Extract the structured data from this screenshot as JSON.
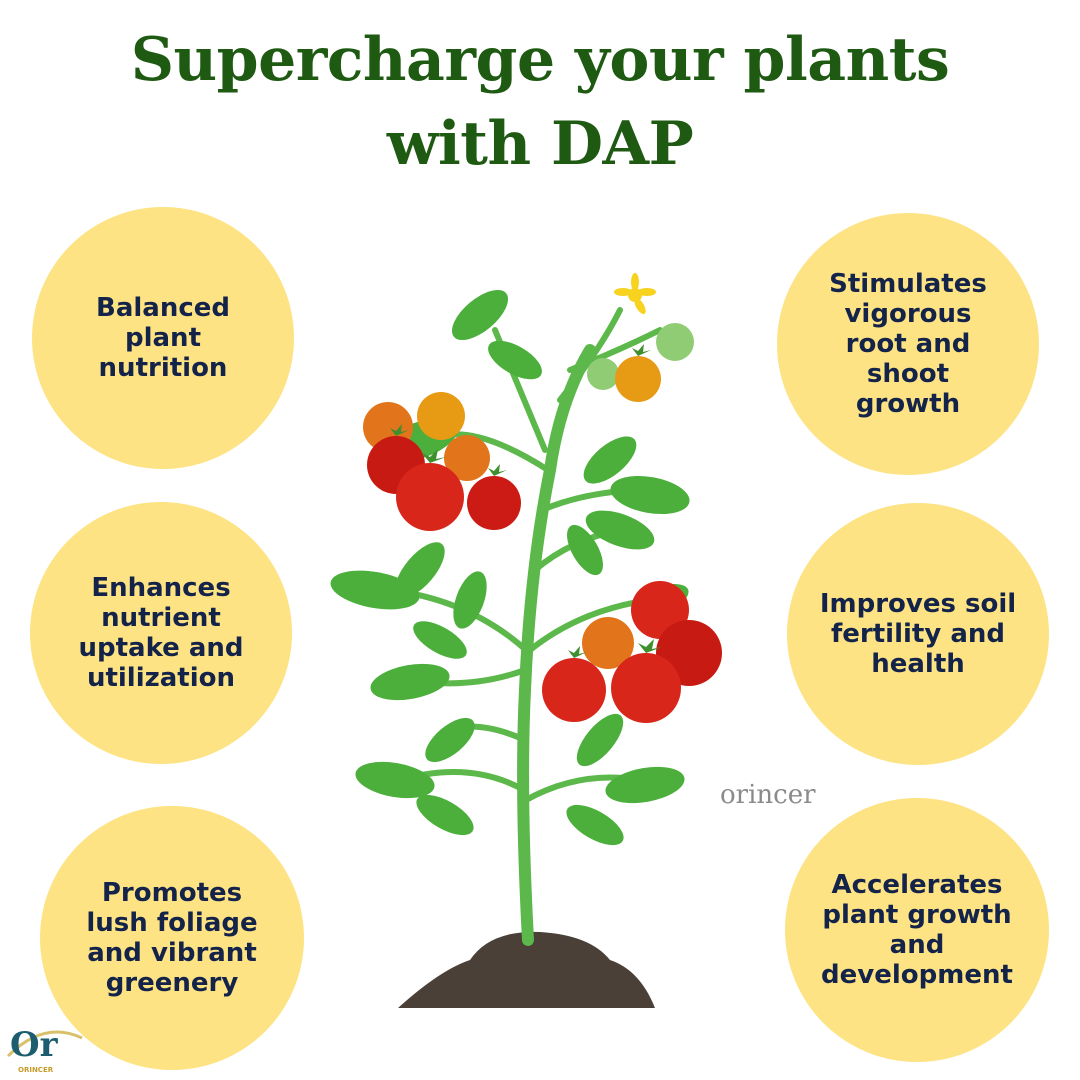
{
  "title": {
    "line1": "Supercharge your plants",
    "line2": "with DAP"
  },
  "benefits": {
    "left": [
      "Balanced plant nutrition",
      "Enhances nutrient uptake and utilization",
      "Promotes lush foliage and vibrant greenery"
    ],
    "right": [
      "Stimulates vigorous root and shoot growth",
      "Improves soil fertility and health",
      "Accelerates plant growth and development"
    ]
  },
  "watermark": "orincer",
  "logo": {
    "mark": "Or",
    "name": "ORINCER"
  },
  "colors": {
    "title": "#1f5a12",
    "circle": "#fde383",
    "circle_text": "#132349",
    "leaf": "#4caf3c",
    "stem": "#5cb84a",
    "tomato_red": "#d8261b",
    "tomato_orange": "#e2751b",
    "soil": "#4a4038"
  },
  "icons": [
    "tomato-plant-illustration",
    "orincer-logo"
  ]
}
